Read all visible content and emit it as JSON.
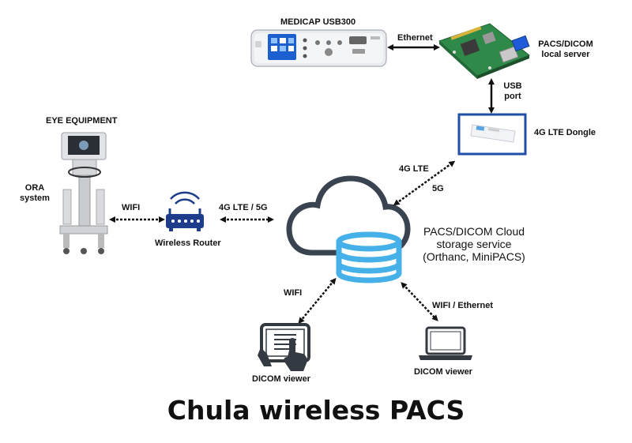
{
  "title": "Chula wireless PACS",
  "nodes": {
    "medicap": "MEDICAP USB300",
    "server_line1": "PACS/DICOM",
    "server_line2": "local server",
    "usb_line1": "USB",
    "usb_line2": "port",
    "dongle": "4G LTE Dongle",
    "eye_equipment": "EYE EQUIPMENT",
    "ora_line1": "ORA",
    "ora_line2": "system",
    "router": "Wireless Router",
    "cloud_line1": "PACS/DICOM Cloud",
    "cloud_line2": "storage service",
    "cloud_line3": "(Orthanc, MiniPACS)",
    "tablet_viewer": "DICOM viewer",
    "laptop_viewer": "DICOM viewer"
  },
  "links": {
    "ethernet": "Ethernet",
    "wifi_eye": "WIFI",
    "lte_router": "4G LTE / 5G",
    "lte_dongle_a": "4G LTE",
    "lte_dongle_b": "5G",
    "wifi_tablet": "WIFI",
    "wifi_laptop": "WIFI / Ethernet"
  },
  "colors": {
    "cloud_outline": "#3a4450",
    "database": "#45b1e8",
    "router": "#1d3d8c",
    "dongle_border": "#1f4fa8",
    "icon_dark": "#333a42"
  }
}
